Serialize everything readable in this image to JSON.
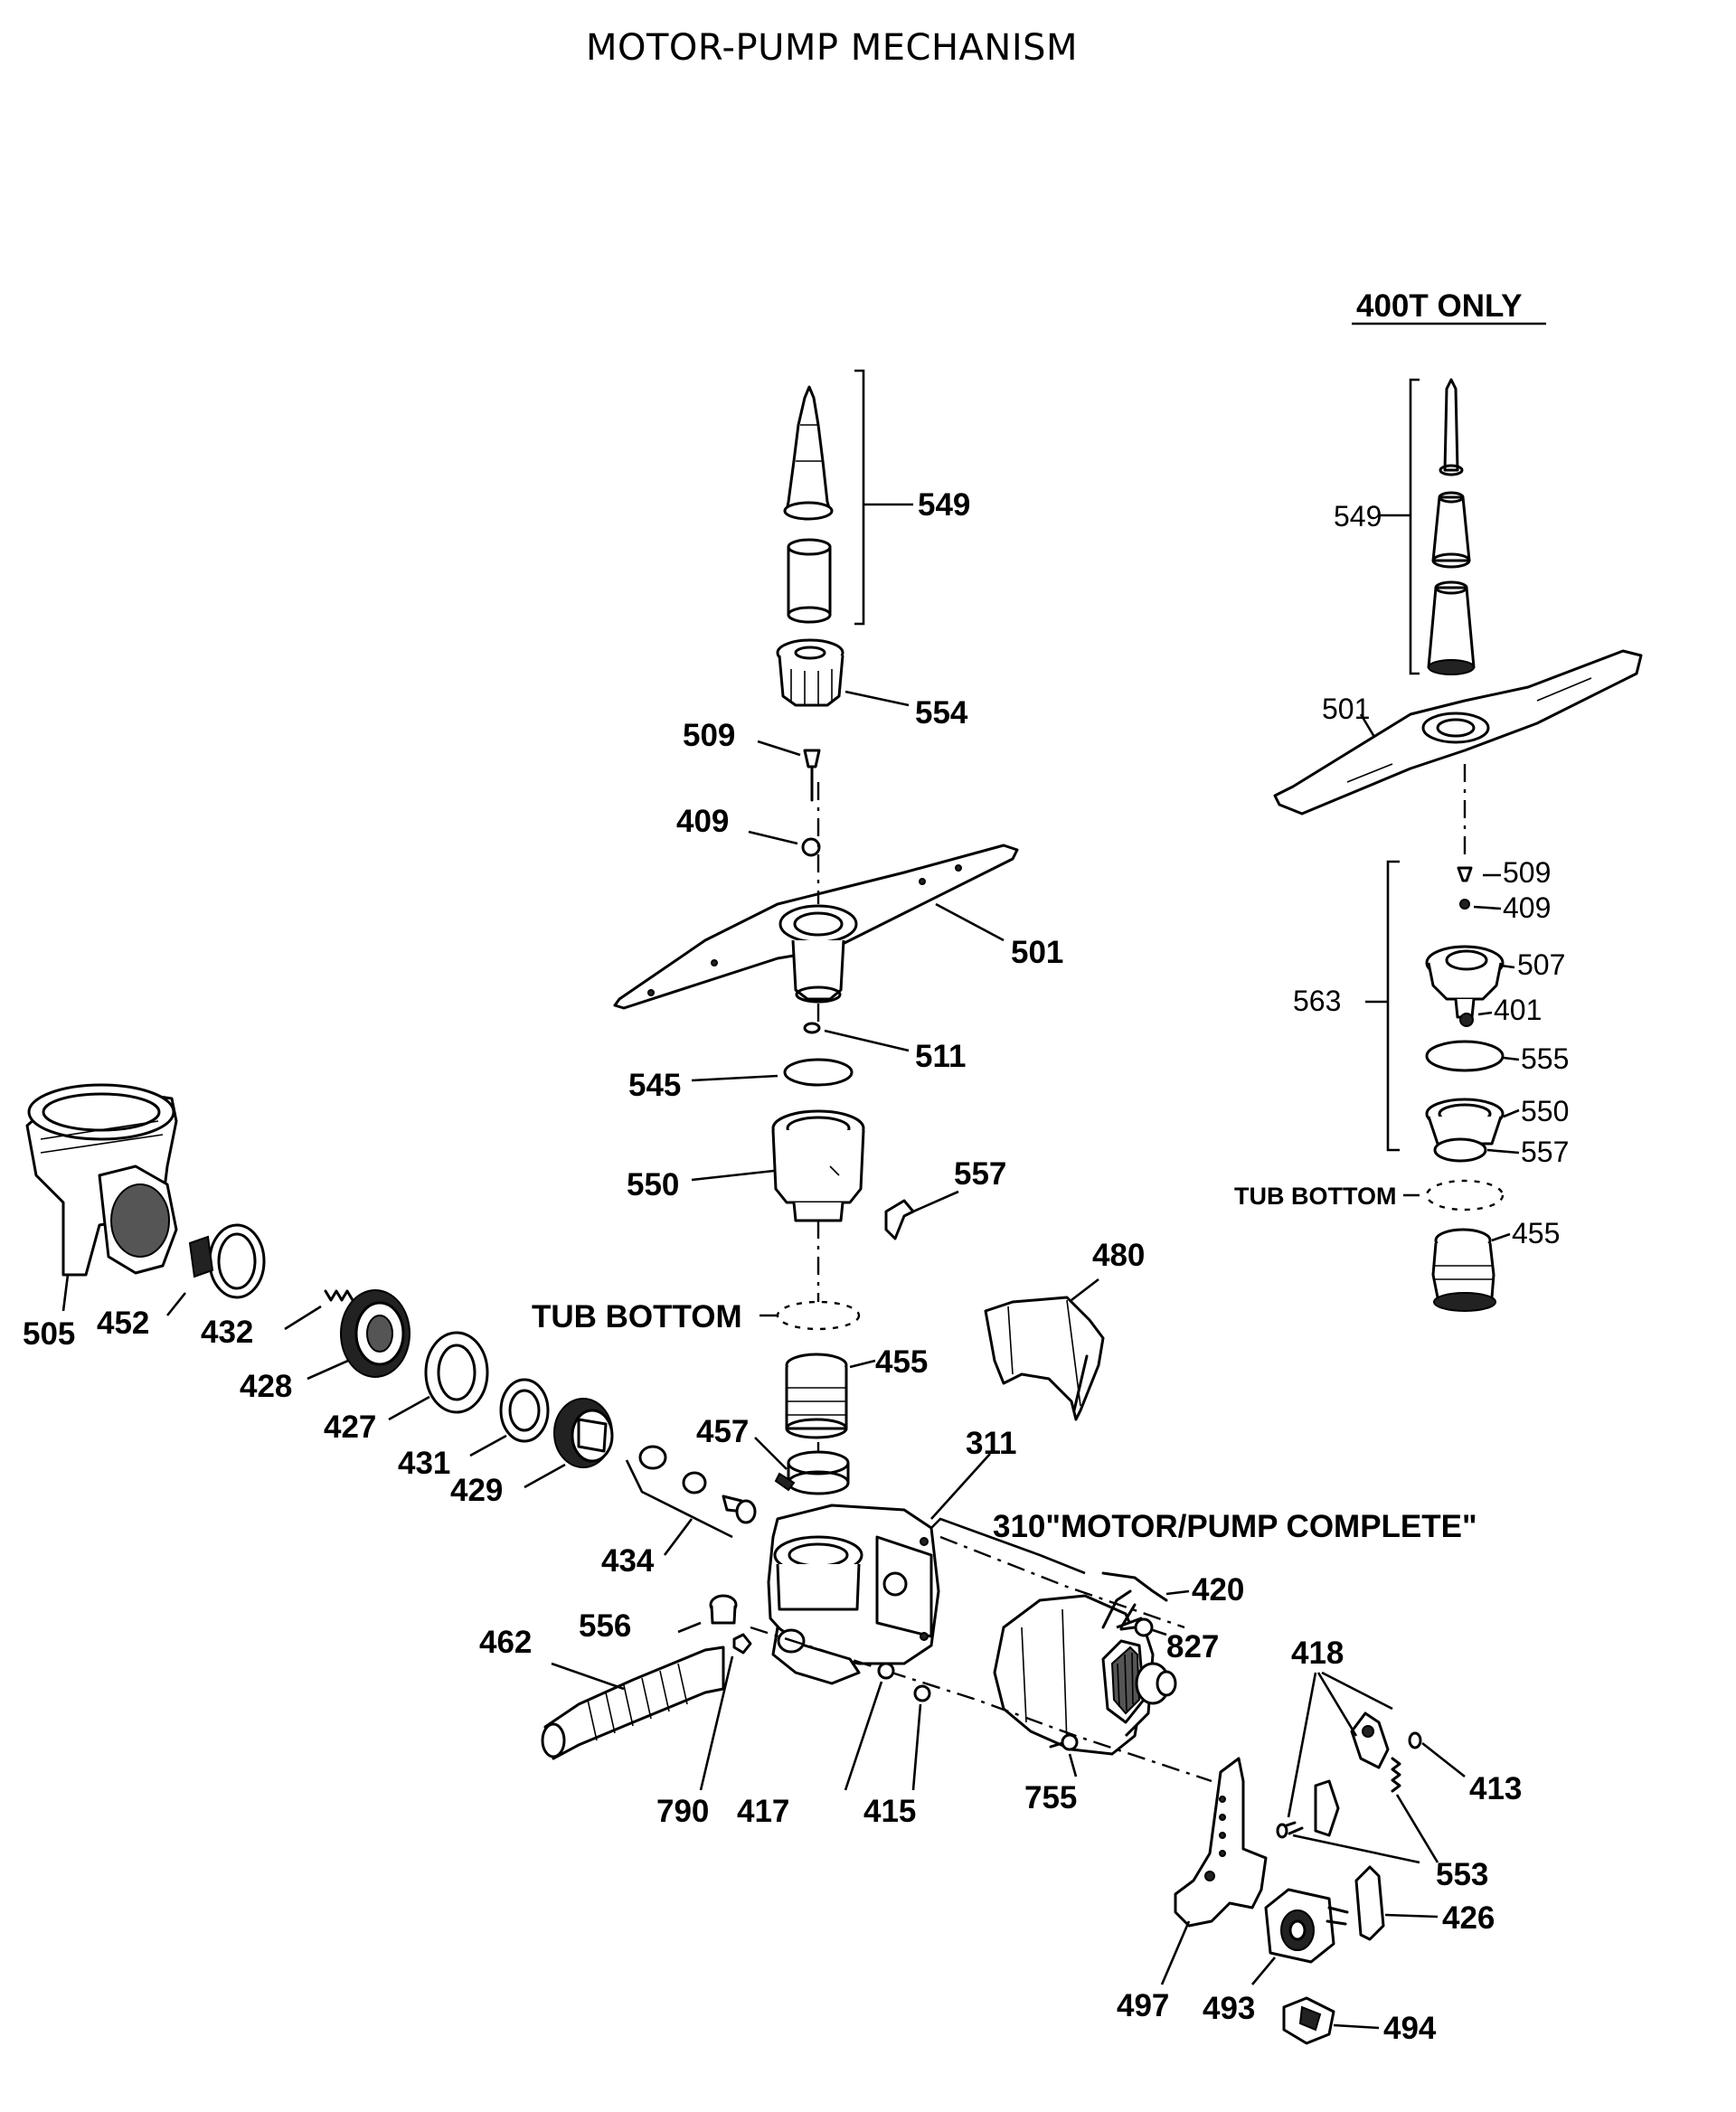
{
  "title": "MOTOR-PUMP MECHANISM",
  "section_400t": "400T ONLY",
  "callout_310": "310\"MOTOR/PUMP COMPLETE\"",
  "main_labels": {
    "549": "549",
    "554": "554",
    "509": "509",
    "409": "409",
    "501": "501",
    "511": "511",
    "545": "545",
    "550": "550",
    "557": "557",
    "480": "480",
    "tub_bottom": "TUB BOTTOM",
    "455": "455",
    "457": "457",
    "311": "311",
    "505": "505",
    "452": "452",
    "432": "432",
    "428": "428",
    "427": "427",
    "431": "431",
    "429": "429",
    "434": "434",
    "556": "556",
    "462": "462",
    "790": "790",
    "417": "417",
    "415": "415",
    "420": "420",
    "827": "827",
    "755": "755",
    "418": "418",
    "413": "413",
    "553": "553",
    "426": "426",
    "497": "497",
    "493": "493",
    "494": "494"
  },
  "t400_labels": {
    "549": "549",
    "501": "501",
    "509": "509",
    "409": "409",
    "507": "507",
    "563": "563",
    "401": "401",
    "555": "555",
    "550": "550",
    "557": "557",
    "tub_bottom": "TUB BOTTOM",
    "455": "455"
  }
}
